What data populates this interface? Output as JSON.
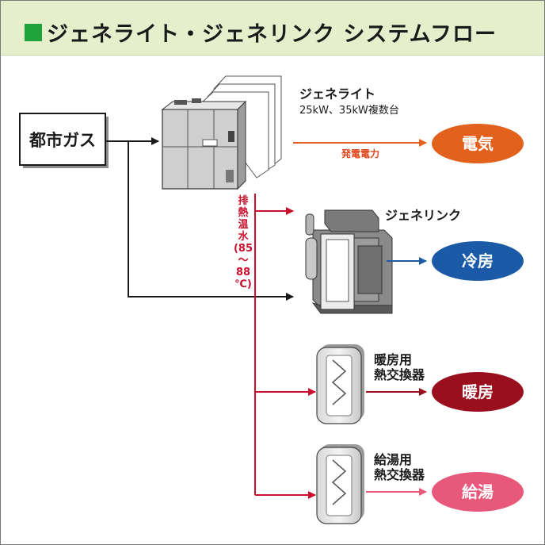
{
  "title": "ジェネライト・ジェネリンク システムフロー",
  "source": {
    "label": "都市ガス"
  },
  "genelite": {
    "name": "ジェネライト",
    "spec": "25kW、35kW複数台"
  },
  "genelink": {
    "name": "ジェネリンク"
  },
  "power_label": "発電電力",
  "exhaust_label": [
    "排",
    "熱",
    "温",
    "水",
    "(85",
    "〜",
    "88",
    "℃)"
  ],
  "hx_heating": {
    "line1": "暖房用",
    "line2": "熱交換器"
  },
  "hx_hotwater": {
    "line1": "給湯用",
    "line2": "熱交換器"
  },
  "outputs": {
    "electricity": "電気",
    "cooling": "冷房",
    "heating": "暖房",
    "hot_water": "給湯"
  },
  "colors": {
    "header_bg": "#e6efcc",
    "header_square": "#1fa33a",
    "electricity": "#e2611c",
    "cooling": "#1a5aa6",
    "heating": "#9a0f1e",
    "hot_water": "#e8587a",
    "exhaust_line": "#c8102e",
    "gas_line": "#1a1a1a"
  }
}
